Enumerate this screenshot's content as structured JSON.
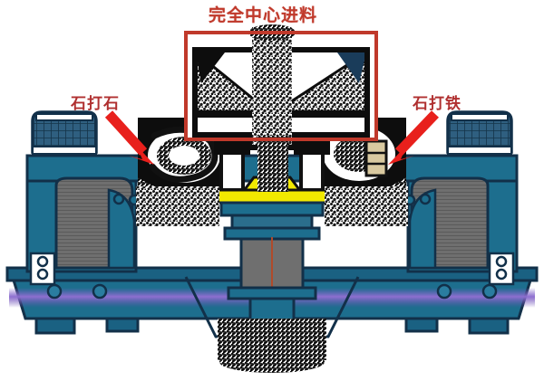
{
  "diagram": {
    "title": "完全中心进料",
    "labels": {
      "left": "石打石",
      "right": "石打铁"
    },
    "colors": {
      "annotation_red": "#c0392b",
      "label_red": "#b03030",
      "arrow_red": "#e8201c",
      "body_teal": "#1d6e8e",
      "body_teal_dark": "#15506a",
      "panel_gray": "#6f6f6f",
      "panel_gray_dark": "#4a4a4a",
      "outline_navy": "#123049",
      "rotor_yellow": "#f2e900",
      "anvil_tan": "#d9c9a0",
      "belt_purple": "#8e6fd0",
      "stone_black": "#111111",
      "background": "#ffffff"
    },
    "callouts": {
      "highlight_box": "feed-hopper-highlight",
      "left_arrow": "arrow-to-stone-on-stone-chamber",
      "right_arrow": "arrow-to-stone-on-iron-chamber"
    },
    "parts": {
      "feed_hopper": "feed-hopper",
      "center_feed_column": "center-feed-material-column",
      "distributor_plate": "distributor-plate",
      "rotor": "rotor",
      "main_shaft": "main-shaft-housing",
      "left_motor_guard": "left-motor-guard",
      "right_motor_guard": "right-motor-guard",
      "left_chamber": "stone-on-stone-chamber",
      "right_chamber": "stone-on-iron-chamber",
      "base_frame": "base-frame",
      "discharge": "discharge-material",
      "drive_belt": "drive-belt"
    }
  }
}
